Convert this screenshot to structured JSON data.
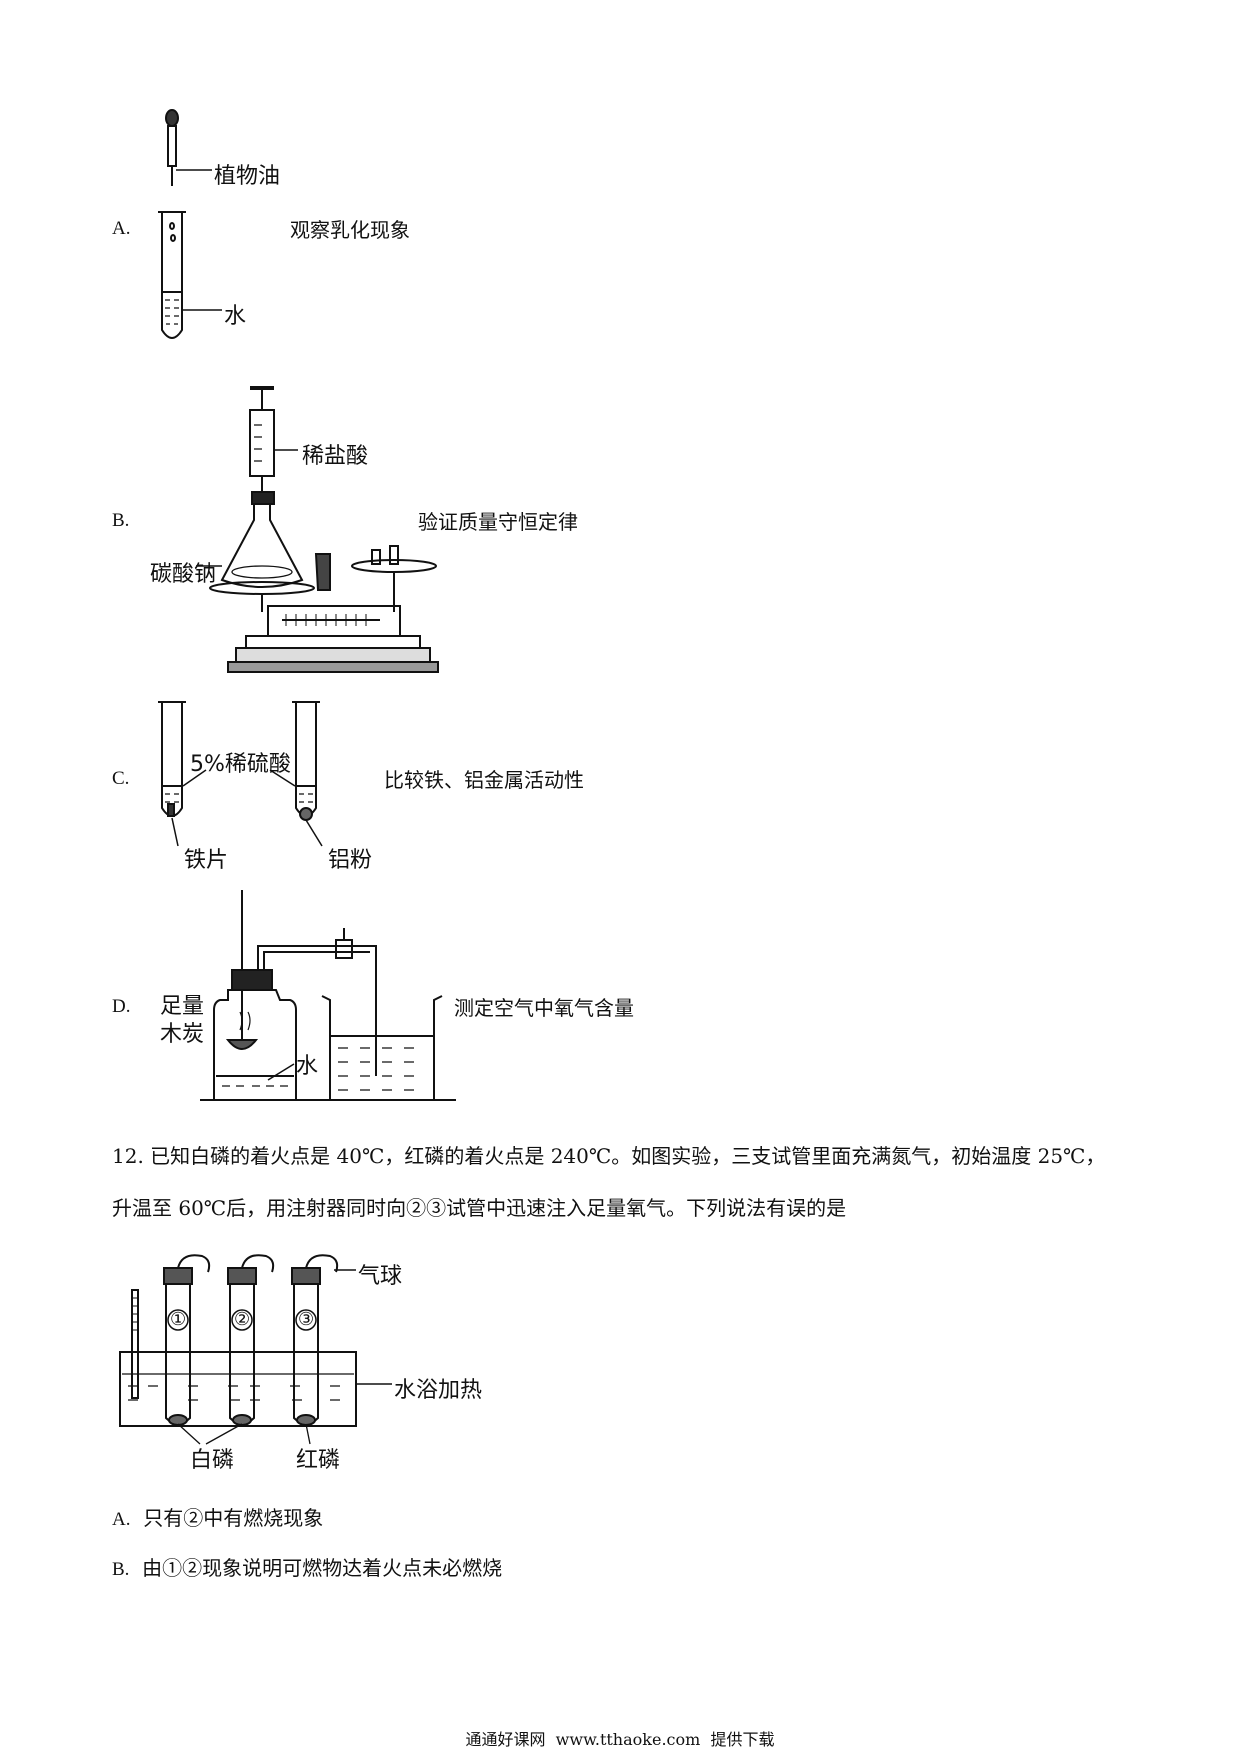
{
  "options_top": [
    {
      "letter": "A.",
      "caption": "观察乳化现象",
      "labels": {
        "oil": "植物油",
        "water": "水"
      }
    },
    {
      "letter": "B.",
      "caption": "验证质量守恒定律",
      "labels": {
        "acid": "稀盐酸",
        "carbonate": "碳酸钠"
      }
    },
    {
      "letter": "C.",
      "caption": "比较铁、铝金属活动性",
      "labels": {
        "acid": "5%稀硫酸",
        "iron": "铁片",
        "aluminum": "铝粉"
      }
    },
    {
      "letter": "D.",
      "caption": "测定空气中氧气含量",
      "labels": {
        "charcoal_1": "足量",
        "charcoal_2": "木炭",
        "water": "水"
      }
    }
  ],
  "question12": {
    "number": "12.",
    "line1": "已知白磷的着火点是 40℃，红磷的着火点是 240℃。如图实验，三支试管里面充满氮气，初始温度 25℃，",
    "line2": "升温至 60℃后，用注射器同时向②③试管中迅速注入足量氧气。下列说法有误的是",
    "figure_labels": {
      "tube1": "①",
      "tube2": "②",
      "tube3": "③",
      "balloon": "气球",
      "bath": "水浴加热",
      "white_p": "白磷",
      "red_p": "红磷"
    },
    "choices": [
      {
        "letter": "A.",
        "text": "只有②中有燃烧现象"
      },
      {
        "letter": "B.",
        "text": "由①②现象说明可燃物达着火点未必燃烧"
      }
    ]
  },
  "footer": "通通好课网  www.tthaoke.com  提供下载"
}
